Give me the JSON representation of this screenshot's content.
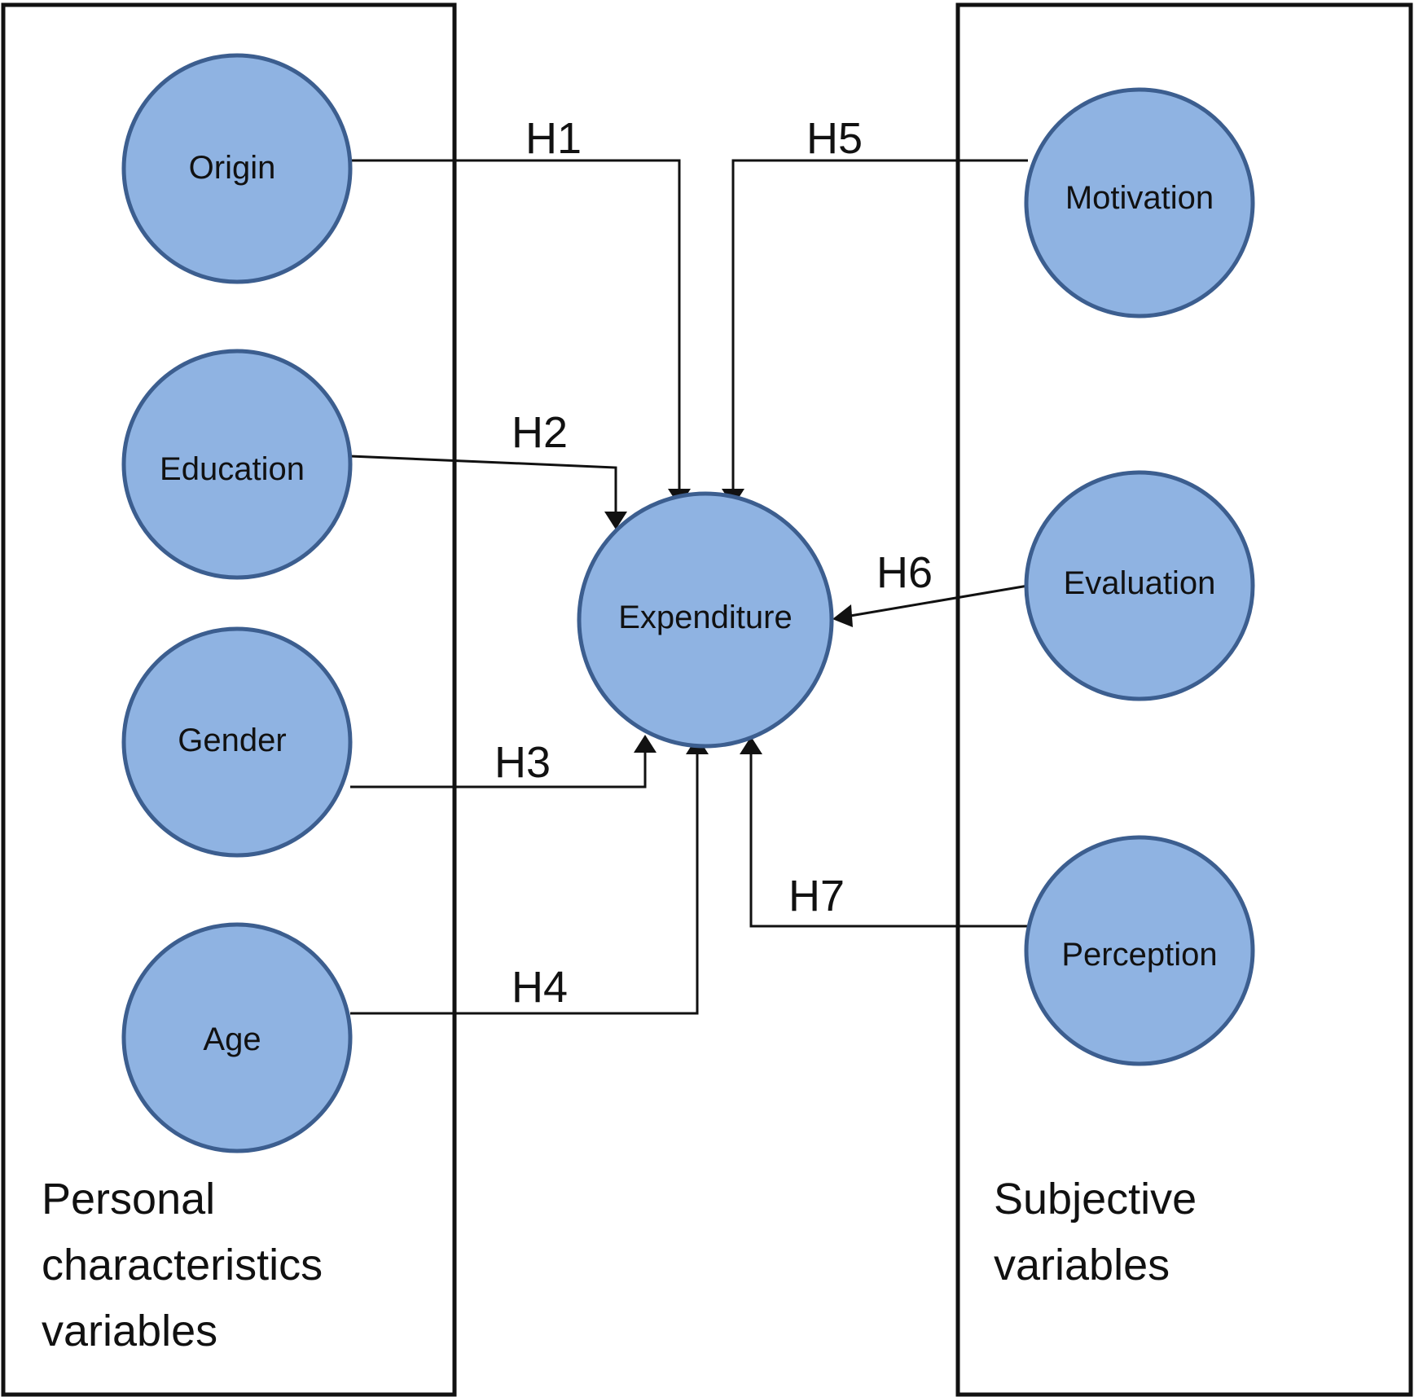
{
  "colors": {
    "node_fill": "#8fb3e2",
    "node_stroke": "#3c5e8f",
    "line": "#111111"
  },
  "groups": {
    "personal": {
      "title_lines": [
        "Personal",
        "characteristics",
        "variables"
      ]
    },
    "subjective": {
      "title_lines": [
        "Subjective",
        "variables"
      ]
    }
  },
  "nodes": {
    "origin": "Origin",
    "education": "Education",
    "gender": "Gender",
    "age": "Age",
    "expenditure": "Expenditure",
    "motivation": "Motivation",
    "evaluation": "Evaluation",
    "perception": "Perception"
  },
  "hypotheses": {
    "h1": "H1",
    "h2": "H2",
    "h3": "H3",
    "h4": "H4",
    "h5": "H5",
    "h6": "H6",
    "h7": "H7"
  }
}
